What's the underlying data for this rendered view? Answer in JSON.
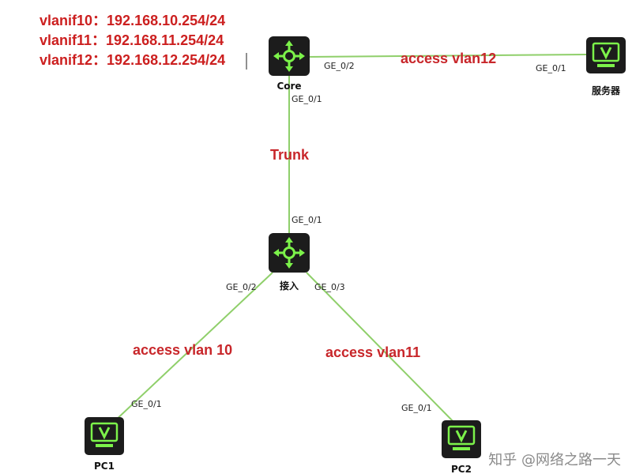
{
  "vlanif_lines": [
    "vlanif10：192.168.10.254/24",
    "vlanif11：192.168.11.254/24",
    "vlanif12：192.168.12.254/24"
  ],
  "devices": {
    "core": "Core",
    "access": "接入",
    "server": "服务器",
    "pc1": "PC1",
    "pc2": "PC2"
  },
  "ports": {
    "core_to_server": "GE_0/2",
    "server_port": "GE_0/1",
    "core_down": "GE_0/1",
    "access_up": "GE_0/1",
    "access_to_pc1": "GE_0/2",
    "access_to_pc2": "GE_0/3",
    "pc1_port": "GE_0/1",
    "pc2_port": "GE_0/1"
  },
  "link_labels": {
    "core_server": "access vlan12",
    "core_access": "Trunk",
    "access_pc1": "access vlan 10",
    "access_pc2": "access vlan11"
  },
  "watermark": "知乎 @网络之路一天",
  "colors": {
    "link": "#8fcf6a",
    "device_fill": "#1c1c1c",
    "icon_green": "#7cf24a",
    "label_red": "#c8262a"
  },
  "icons": {
    "switch": "switch-router-icon",
    "host": "monitor-icon"
  }
}
